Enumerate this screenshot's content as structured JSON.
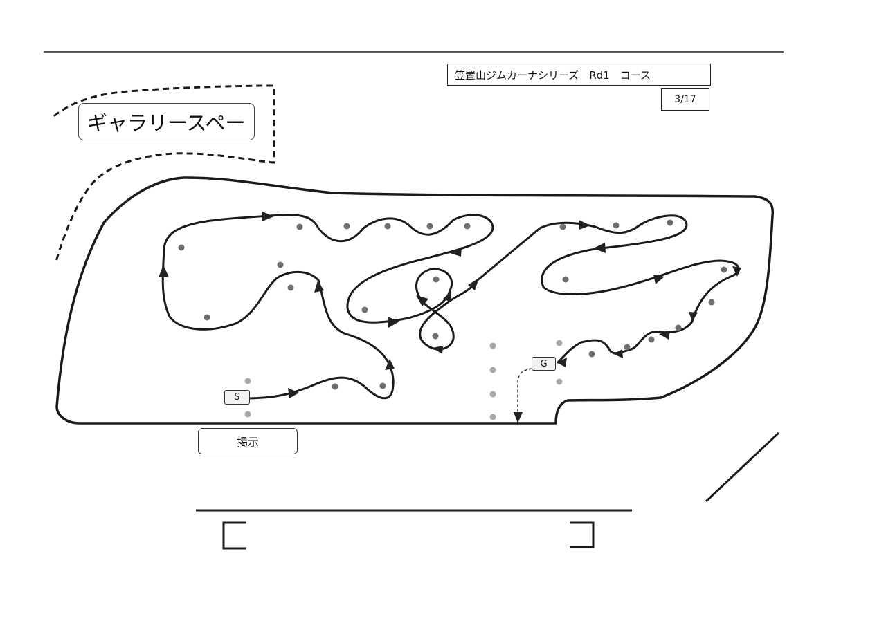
{
  "header": {
    "title": "笠置山ジムカーナシリーズ　Rd1　コース",
    "page_number": "3/17"
  },
  "labels": {
    "gallery_space": "ギャラリースペー",
    "notice_board": "掲示",
    "start": "S",
    "goal": "G"
  },
  "colors": {
    "line": "#1a1a1a",
    "pylon": "#6e6e6e",
    "pylon_light": "#a8a8a8",
    "arrow": "#222222"
  }
}
